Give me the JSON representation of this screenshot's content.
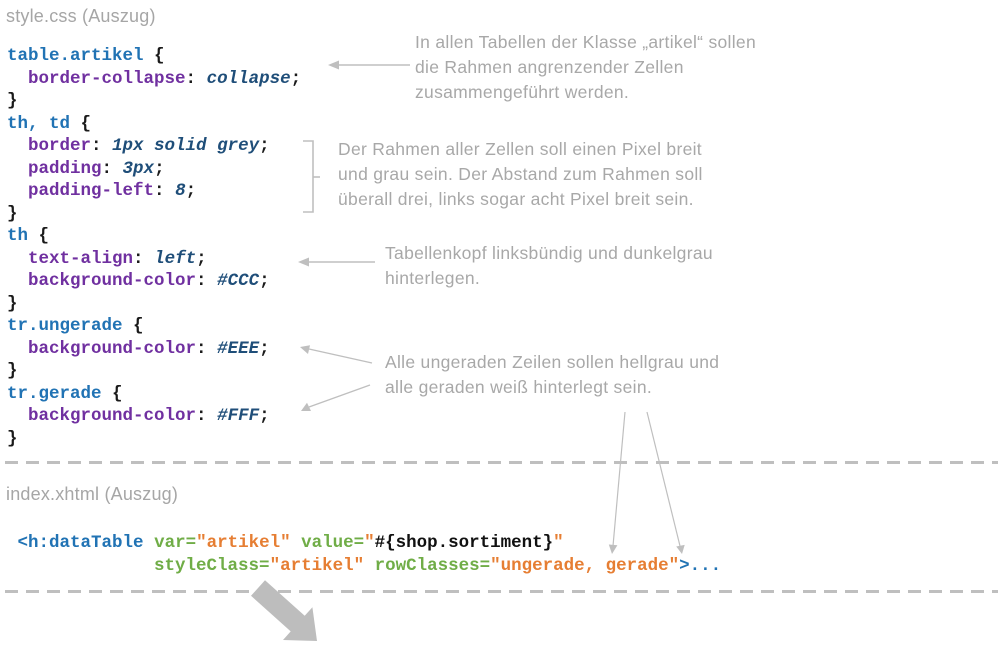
{
  "headers": {
    "css": "style.css (Auszug)",
    "xhtml": "index.xhtml (Auszug)"
  },
  "css_code": {
    "lines": [
      [
        {
          "t": "sel",
          "v": "table.artikel"
        },
        {
          "t": "pun",
          "v": " {"
        }
      ],
      [
        {
          "t": "pun",
          "v": "  "
        },
        {
          "t": "prop",
          "v": "border-collapse"
        },
        {
          "t": "pun",
          "v": ": "
        },
        {
          "t": "val",
          "v": "collapse"
        },
        {
          "t": "pun",
          "v": ";"
        }
      ],
      [
        {
          "t": "pun",
          "v": "}"
        }
      ],
      [
        {
          "t": "sel",
          "v": "th, td"
        },
        {
          "t": "pun",
          "v": " {"
        }
      ],
      [
        {
          "t": "pun",
          "v": "  "
        },
        {
          "t": "prop",
          "v": "border"
        },
        {
          "t": "pun",
          "v": ": "
        },
        {
          "t": "val",
          "v": "1px solid grey"
        },
        {
          "t": "pun",
          "v": ";"
        }
      ],
      [
        {
          "t": "pun",
          "v": "  "
        },
        {
          "t": "prop",
          "v": "padding"
        },
        {
          "t": "pun",
          "v": ": "
        },
        {
          "t": "val",
          "v": "3px"
        },
        {
          "t": "pun",
          "v": ";"
        }
      ],
      [
        {
          "t": "pun",
          "v": "  "
        },
        {
          "t": "prop",
          "v": "padding-left"
        },
        {
          "t": "pun",
          "v": ": "
        },
        {
          "t": "val",
          "v": "8"
        },
        {
          "t": "pun",
          "v": ";"
        }
      ],
      [
        {
          "t": "pun",
          "v": "}"
        }
      ],
      [
        {
          "t": "sel",
          "v": "th"
        },
        {
          "t": "pun",
          "v": " {"
        }
      ],
      [
        {
          "t": "pun",
          "v": "  "
        },
        {
          "t": "prop",
          "v": "text-align"
        },
        {
          "t": "pun",
          "v": ": "
        },
        {
          "t": "val",
          "v": "left"
        },
        {
          "t": "pun",
          "v": ";"
        }
      ],
      [
        {
          "t": "pun",
          "v": "  "
        },
        {
          "t": "prop",
          "v": "background-color"
        },
        {
          "t": "pun",
          "v": ": "
        },
        {
          "t": "val",
          "v": "#CCC"
        },
        {
          "t": "pun",
          "v": ";"
        }
      ],
      [
        {
          "t": "pun",
          "v": "}"
        }
      ],
      [
        {
          "t": "sel",
          "v": "tr.ungerade"
        },
        {
          "t": "pun",
          "v": " {"
        }
      ],
      [
        {
          "t": "pun",
          "v": "  "
        },
        {
          "t": "prop",
          "v": "background-color"
        },
        {
          "t": "pun",
          "v": ": "
        },
        {
          "t": "val",
          "v": "#EEE"
        },
        {
          "t": "pun",
          "v": ";"
        }
      ],
      [
        {
          "t": "pun",
          "v": "}"
        }
      ],
      [
        {
          "t": "sel",
          "v": "tr.gerade"
        },
        {
          "t": "pun",
          "v": " {"
        }
      ],
      [
        {
          "t": "pun",
          "v": "  "
        },
        {
          "t": "prop",
          "v": "background-color"
        },
        {
          "t": "pun",
          "v": ": "
        },
        {
          "t": "val",
          "v": "#FFF"
        },
        {
          "t": "pun",
          "v": ";"
        }
      ],
      [
        {
          "t": "pun",
          "v": "}"
        }
      ]
    ]
  },
  "xhtml_code": {
    "lines": [
      [
        {
          "t": "pun",
          "v": " "
        },
        {
          "t": "tag",
          "v": "<h:dataTable"
        },
        {
          "t": "pun",
          "v": " "
        },
        {
          "t": "attr",
          "v": "var="
        },
        {
          "t": "str",
          "v": "\"artikel\""
        },
        {
          "t": "pun",
          "v": " "
        },
        {
          "t": "attr",
          "v": "value="
        },
        {
          "t": "str",
          "v": "\""
        },
        {
          "t": "el",
          "v": "#{shop.sortiment}"
        },
        {
          "t": "str",
          "v": "\""
        }
      ],
      [
        {
          "t": "pun",
          "v": "              "
        },
        {
          "t": "attr",
          "v": "styleClass="
        },
        {
          "t": "str",
          "v": "\"artikel\""
        },
        {
          "t": "pun",
          "v": " "
        },
        {
          "t": "attr",
          "v": "rowClasses="
        },
        {
          "t": "str",
          "v": "\"ungerade, gerade\""
        },
        {
          "t": "tag",
          "v": ">..."
        }
      ]
    ]
  },
  "annotations": {
    "border_collapse": {
      "lines": [
        "In allen Tabellen der Klasse „artikel“ sollen",
        "die Rahmen angrenzender Zellen",
        "zusammengeführt werden."
      ]
    },
    "cell_border": {
      "lines": [
        "Der Rahmen aller Zellen soll einen Pixel breit",
        "und grau sein. Der Abstand zum Rahmen soll",
        "überall drei, links sogar acht Pixel breit sein."
      ]
    },
    "table_head": {
      "lines": [
        "Tabellenkopf linksbündig und dunkelgrau",
        "hinterlegen."
      ]
    },
    "row_colors": {
      "lines": [
        "Alle ungeraden Zeilen sollen hellgrau und",
        "alle geraden weiß hinterlegt sein."
      ]
    }
  },
  "colors": {
    "syntax_selector_blue": "#2173B4",
    "syntax_property_purple": "#7030A0",
    "syntax_value_navy": "#1F4E79",
    "syntax_attr_green": "#70AD47",
    "syntax_string_orange": "#E67E33",
    "annotation_gray": "#A8A8A8",
    "connector_gray": "#BFBFBF"
  }
}
